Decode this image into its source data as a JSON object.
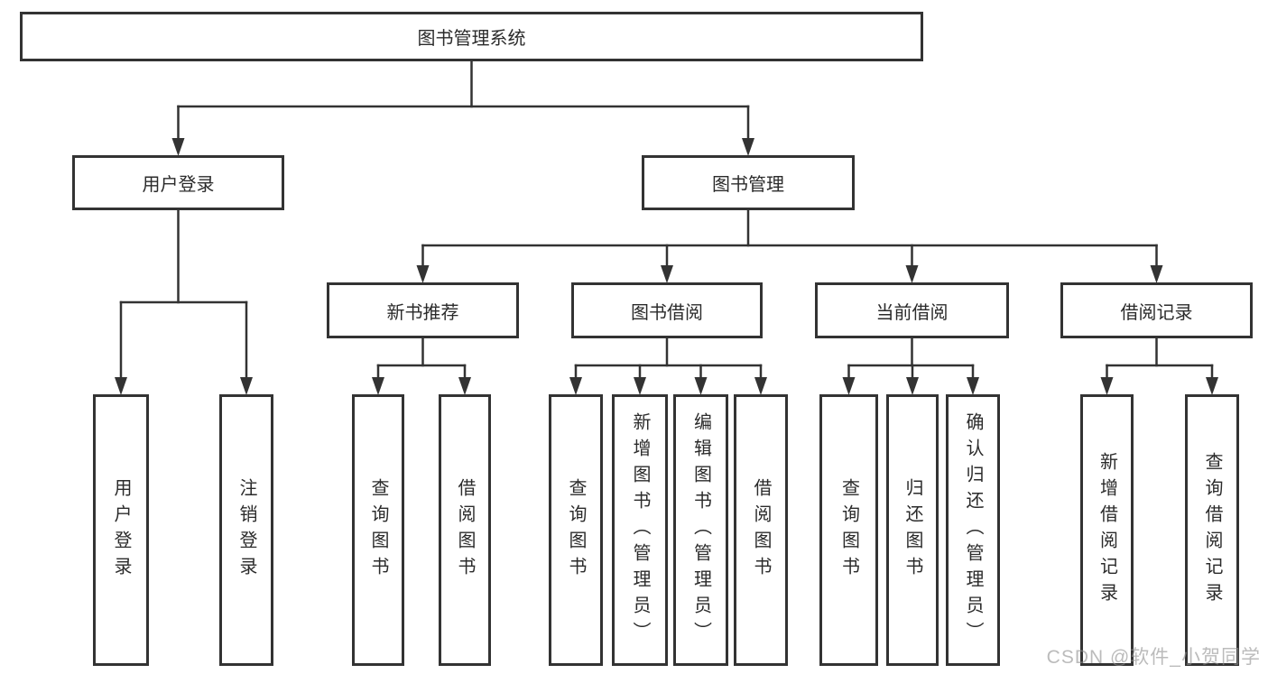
{
  "watermark": "CSDN @软件_小贺同学",
  "colors": {
    "line": "#333333",
    "box_border": "#333333",
    "box_fill": "#ffffff",
    "text": "#2b2b2b",
    "watermark": "#919191"
  },
  "diagram": {
    "title": "图书管理系统",
    "nodes": [
      {
        "id": "root",
        "label": "图书管理系统",
        "vertical": false
      },
      {
        "id": "user-login",
        "label": "用户登录",
        "vertical": false
      },
      {
        "id": "book-mgmt",
        "label": "图书管理",
        "vertical": false
      },
      {
        "id": "new-book-rec",
        "label": "新书推荐",
        "vertical": false
      },
      {
        "id": "book-borrow",
        "label": "图书借阅",
        "vertical": false
      },
      {
        "id": "current-borrow",
        "label": "当前借阅",
        "vertical": false
      },
      {
        "id": "borrow-records",
        "label": "借阅记录",
        "vertical": false
      },
      {
        "id": "leaf-user-login",
        "label": "用户登录",
        "vertical": true
      },
      {
        "id": "leaf-logout",
        "label": "注销登录",
        "vertical": true
      },
      {
        "id": "leaf-query-book-1",
        "label": "查询图书",
        "vertical": true
      },
      {
        "id": "leaf-borrow-book-1",
        "label": "借阅图书",
        "vertical": true
      },
      {
        "id": "leaf-query-book-2",
        "label": "查询图书",
        "vertical": true
      },
      {
        "id": "leaf-add-book",
        "label": "新增图书（管理员）",
        "vertical": true
      },
      {
        "id": "leaf-edit-book",
        "label": "编辑图书（管理员）",
        "vertical": true
      },
      {
        "id": "leaf-borrow-book-2",
        "label": "借阅图书",
        "vertical": true
      },
      {
        "id": "leaf-query-book-3",
        "label": "查询图书",
        "vertical": true
      },
      {
        "id": "leaf-return-book",
        "label": "归还图书",
        "vertical": true
      },
      {
        "id": "leaf-confirm-return",
        "label": "确认归还（管理员）",
        "vertical": true
      },
      {
        "id": "leaf-add-record",
        "label": "新增借阅记录",
        "vertical": true
      },
      {
        "id": "leaf-query-record",
        "label": "查询借阅记录",
        "vertical": true
      }
    ],
    "edges": [
      {
        "from": "root",
        "to": [
          "user-login",
          "book-mgmt"
        ]
      },
      {
        "from": "user-login",
        "to": [
          "leaf-user-login",
          "leaf-logout"
        ]
      },
      {
        "from": "book-mgmt",
        "to": [
          "new-book-rec",
          "book-borrow",
          "current-borrow",
          "borrow-records"
        ]
      },
      {
        "from": "new-book-rec",
        "to": [
          "leaf-query-book-1",
          "leaf-borrow-book-1"
        ]
      },
      {
        "from": "book-borrow",
        "to": [
          "leaf-query-book-2",
          "leaf-add-book",
          "leaf-edit-book",
          "leaf-borrow-book-2"
        ]
      },
      {
        "from": "current-borrow",
        "to": [
          "leaf-query-book-3",
          "leaf-return-book",
          "leaf-confirm-return"
        ]
      },
      {
        "from": "borrow-records",
        "to": [
          "leaf-add-record",
          "leaf-query-record"
        ]
      }
    ]
  }
}
